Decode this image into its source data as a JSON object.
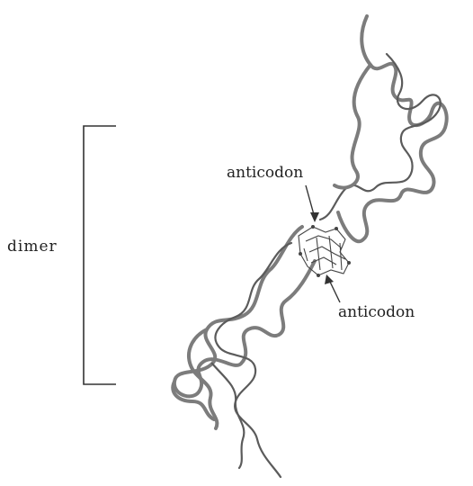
{
  "labels": {
    "dimer": "dimer",
    "anticodon_top": "anticodon",
    "anticodon_bottom": "anticodon"
  }
}
